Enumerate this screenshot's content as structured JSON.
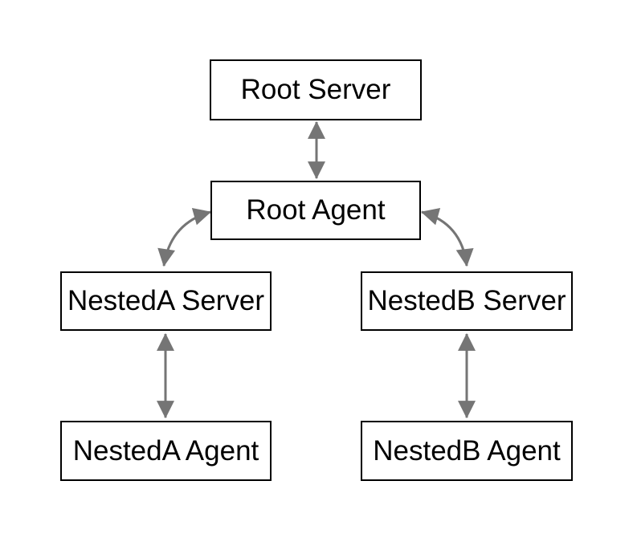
{
  "diagram": {
    "title": "",
    "nodes": {
      "root_server": {
        "label": "Root Server",
        "role": "server"
      },
      "root_agent": {
        "label": "Root Agent",
        "role": "agent"
      },
      "nested_a_server": {
        "label": "NestedA Server",
        "role": "server"
      },
      "nested_b_server": {
        "label": "NestedB Server",
        "role": "server"
      },
      "nested_a_agent": {
        "label": "NestedA Agent",
        "role": "agent"
      },
      "nested_b_agent": {
        "label": "NestedB Agent",
        "role": "agent"
      }
    },
    "edges": [
      {
        "from": "Root Server",
        "to": "Root Agent",
        "direction": "bidirectional",
        "style": "straight"
      },
      {
        "from": "Root Agent",
        "to": "NestedA Server",
        "direction": "bidirectional",
        "style": "curved"
      },
      {
        "from": "Root Agent",
        "to": "NestedB Server",
        "direction": "bidirectional",
        "style": "curved"
      },
      {
        "from": "NestedA Server",
        "to": "NestedA Agent",
        "direction": "bidirectional",
        "style": "straight"
      },
      {
        "from": "NestedB Server",
        "to": "NestedB Agent",
        "direction": "bidirectional",
        "style": "straight"
      }
    ],
    "colors": {
      "arrow": "#757575",
      "box_border": "#000000",
      "box_fill": "#ffffff",
      "text": "#000000",
      "background": "#ffffff"
    }
  }
}
